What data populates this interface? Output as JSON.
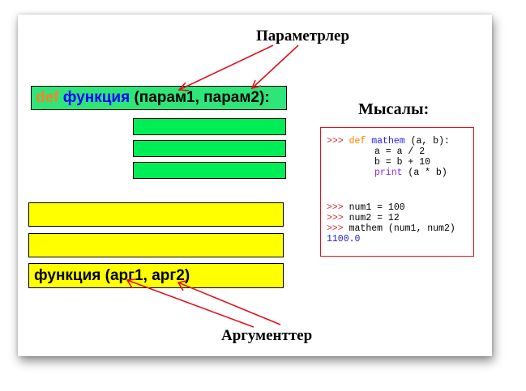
{
  "labels": {
    "parameters": "Параметрлер",
    "example": "Мысалы:",
    "arguments": "Аргументтер"
  },
  "def_line": {
    "keyword": "def",
    "function_name": "функция",
    "params": "(парам1, парам2):"
  },
  "call_line": "функция (арг1, арг2)",
  "example_code": {
    "prompt": ">>>",
    "line1_def": "def",
    "line1_name": "mathem",
    "line1_rest": "(a, b):",
    "line2": "a = a / 2",
    "line3": "b = b + 10",
    "line4_print": "print",
    "line4_rest": "(a * b)",
    "line5": "num1 = 100",
    "line6": "num2 = 12",
    "line7": "mathem (num1, num2)",
    "output": "1100.0"
  },
  "colors": {
    "def_bar": "#2ee57a",
    "body_bars": "#00ee55",
    "call_bars": "#ffff00",
    "arrows": "#e0121c",
    "def_keyword": "#ff7f27",
    "function_name": "#0000ff"
  }
}
